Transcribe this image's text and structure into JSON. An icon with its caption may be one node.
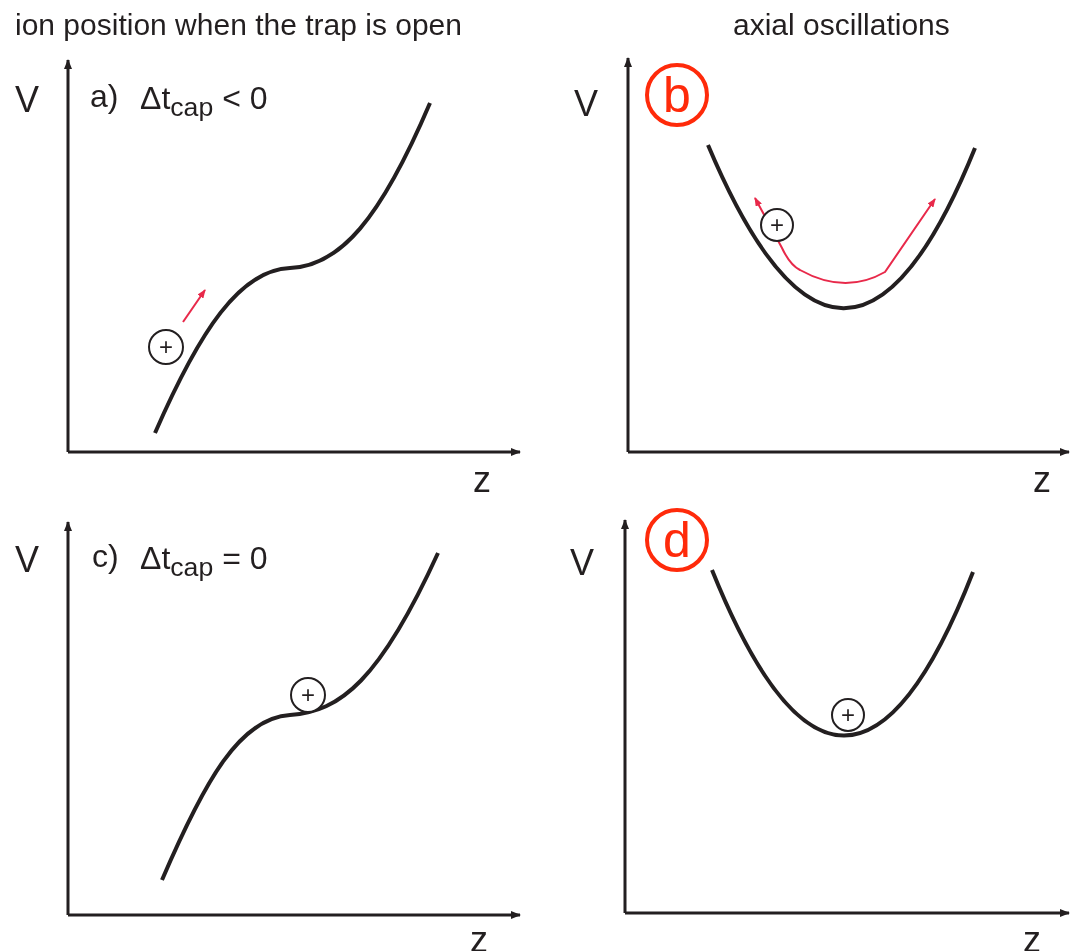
{
  "diagram": {
    "nodes": [
      {
        "text": [
          "b"
        ]
      },
      {
        "text": [
          "+"
        ]
      },
      {
        "text": [
          "+"
        ]
      },
      {
        "text": [
          "d"
        ]
      },
      {
        "text": [
          "+"
        ]
      },
      {
        "text": [
          "+"
        ]
      }
    ],
    "labels": [
      "ion position when the trap is open",
      "axial oscillations",
      "V",
      "a)",
      "Δt$_{cap}$ < 0",
      "V",
      "z",
      "z",
      "V",
      "c)",
      "Δt$_{cap}$ = 0",
      "V",
      "z",
      "z"
    ]
  }
}
